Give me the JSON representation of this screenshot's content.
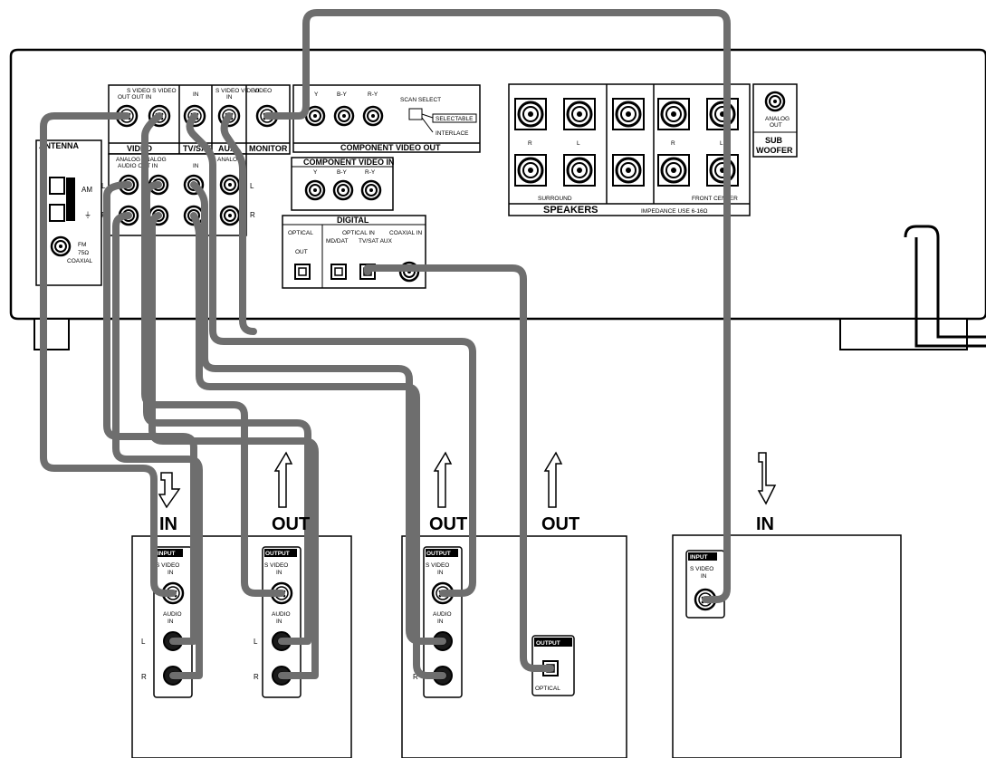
{
  "receiver": {
    "video_top": "S VIDEO S VIDEO",
    "video_top2": "OUT OUT IN",
    "tvsat_top": "IN",
    "aux_top": "S VIDEO VIDEO",
    "aux_top2": "IN",
    "monitor_top": "VIDEO",
    "y_label": "Y",
    "pb_label": "B-Y",
    "pr_label": "R-Y",
    "scan_select": "SCAN SELECT",
    "selectable": "SELECTABLE",
    "interlace": "INTERLACE",
    "antenna": "ANTENNA",
    "video": "VIDEO",
    "tvsat": "TV/SAT",
    "aux": "AUX",
    "monitor": "MONITOR",
    "component_video_out": "COMPONENT VIDEO OUT",
    "component_video_in": "COMPONENT VIDEO IN",
    "ci_y": "Y",
    "ci_pb": "B-Y",
    "ci_pr": "R-Y",
    "am": "AM",
    "fm": "FM",
    "fm2": "75Ω",
    "fm3": "COAXIAL",
    "audio_row": "AUDIO OUT IN",
    "audio_row2": "ANALOG ANALOG",
    "tvsat_in": "IN",
    "aux_analog": "ANALOG",
    "L": "L",
    "R": "R",
    "digital": "DIGITAL",
    "optical": "OPTICAL",
    "optical_out": "OUT",
    "optical_in": "OPTICAL IN",
    "coaxial_in": "COAXIAL IN",
    "md_dat": "MD/DAT",
    "tvsat_aux": "TV/SAT AUX",
    "spk_R": "R",
    "spk_L": "L",
    "spk_R2": "R",
    "spk_L2": "L",
    "surround": "SURROUND",
    "front": "FRONT CENTER",
    "speakers": "SPEAKERS",
    "impedance": "IMPEDANCE USE 6-16Ω",
    "analog_out": "ANALOG",
    "analog_out2": "OUT",
    "sub": "SUB",
    "woofer": "WOOFER"
  },
  "direction_labels": [
    "IN",
    "OUT",
    "OUT",
    "OUT",
    "IN"
  ],
  "devices": {
    "d1": {
      "tag": "INPUT",
      "svideo": "S VIDEO",
      "svideo2": "IN",
      "audio": "AUDIO",
      "audio2": "IN",
      "L": "L",
      "R": "R"
    },
    "d2": {
      "tag": "OUTPUT",
      "svideo": "S VIDEO",
      "svideo2": "IN",
      "audio": "AUDIO",
      "audio2": "IN",
      "L": "L",
      "R": "R"
    },
    "d3": {
      "tag": "OUTPUT",
      "svideo": "S VIDEO",
      "svideo2": "IN",
      "audio": "AUDIO",
      "audio2": "IN",
      "L": "L",
      "R": "R",
      "opt_tag": "OUTPUT",
      "optical": "OPTICAL"
    },
    "d4": {
      "tag": "INPUT",
      "svideo": "S VIDEO",
      "svideo2": "IN"
    }
  },
  "colors": {
    "cable": "#6e6e6e",
    "line": "#000000"
  }
}
